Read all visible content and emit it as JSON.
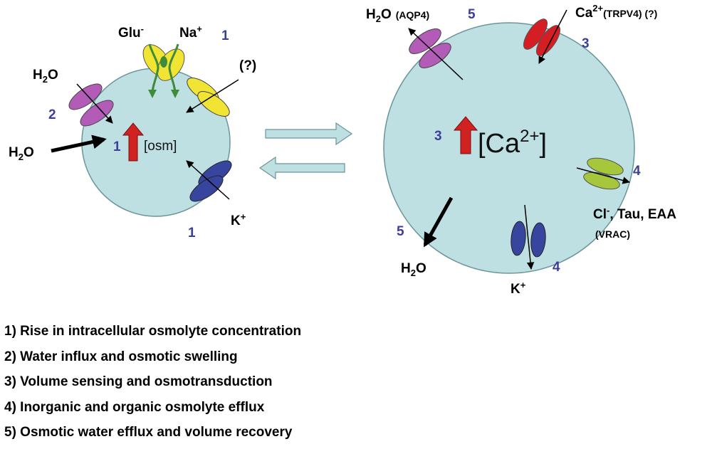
{
  "left_cell": {
    "labels": {
      "glu": "Glu",
      "glu_sup": "-",
      "na": "Na",
      "na_sup": "+",
      "water_top": "H",
      "water_top_sub": "2",
      "water_top_tail": "O",
      "water_left": "H",
      "water_left_sub": "2",
      "water_left_tail": "O",
      "unknown": "(?)",
      "k": "K",
      "k_sup": "+",
      "osm_text": "[osm]"
    },
    "numbers": {
      "glu_na": "1",
      "water": "2",
      "osm": "1",
      "k": "1"
    }
  },
  "right_cell": {
    "labels": {
      "aqp4_water": "H",
      "aqp4_water_sub": "2",
      "aqp4_water_tail": "O",
      "aqp4_tag": "(AQP4)",
      "ca_channel": "Ca",
      "ca_channel_sup": "2+",
      "ca_channel_tag": "(TRPV4) (?)",
      "ca_conc_open": "[Ca",
      "ca_conc_sup": "2+",
      "ca_conc_close": "]",
      "vrac_osmolytes": "Tau, EAA",
      "vrac_cl": "Cl",
      "vrac_cl_sup": "-",
      "vrac_tag": "(VRAC)",
      "water_out": "H",
      "water_out_sub": "2",
      "water_out_tail": "O",
      "k": "K",
      "k_sup": "+"
    },
    "numbers": {
      "aqp4": "5",
      "trpv4": "3",
      "ca_conc": "3",
      "vrac": "4",
      "water_out": "5",
      "k": "4"
    }
  },
  "colors": {
    "cell_fill": "#bfe0e3",
    "cell_stroke": "#6a9599",
    "aqp4": "#b25cb8",
    "glu_na": "#f1e433",
    "unknown_channel": "#f1e433",
    "k_channel": "#38459e",
    "trpv4": "#d51e24",
    "vrac": "#a6c63c",
    "rise_arrow": "#cf2221",
    "step_number": "#3b3f9a"
  },
  "legend": [
    "1) Rise in intracellular osmolyte concentration",
    "2) Water influx and osmotic swelling",
    "3) Volume sensing and osmotransduction",
    "4) Inorganic and organic osmolyte efflux",
    "5) Osmotic water efflux and volume recovery"
  ]
}
